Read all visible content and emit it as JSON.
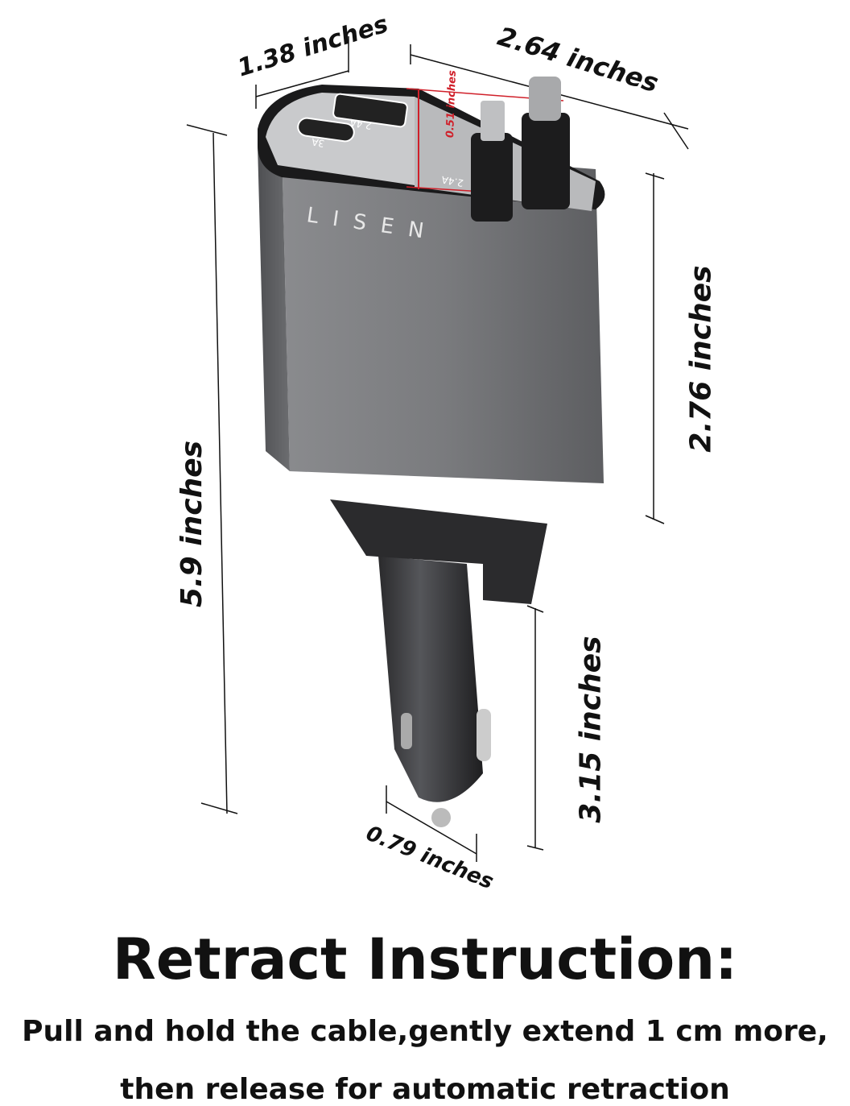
{
  "product": {
    "brand_logo": "LISEN",
    "port_labels": [
      "3A",
      "2.4A",
      "2.4A"
    ]
  },
  "dimensions": {
    "top_depth": "1.38 inches",
    "top_width": "2.64 inches",
    "port_height": "0.51 inches",
    "total_height": "5.9 inches",
    "body_height": "2.76 inches",
    "plug_length": "3.15 inches",
    "plug_diameter": "0.79 inches"
  },
  "colors": {
    "dimension_lines": "#111111",
    "port_height_marker": "#d0202a",
    "body": "#6e6f72"
  },
  "caption": {
    "title": "Retract Instruction:",
    "line1": "Pull and hold the cable,gently extend 1 cm more,",
    "line2": "then release for automatic retraction"
  }
}
